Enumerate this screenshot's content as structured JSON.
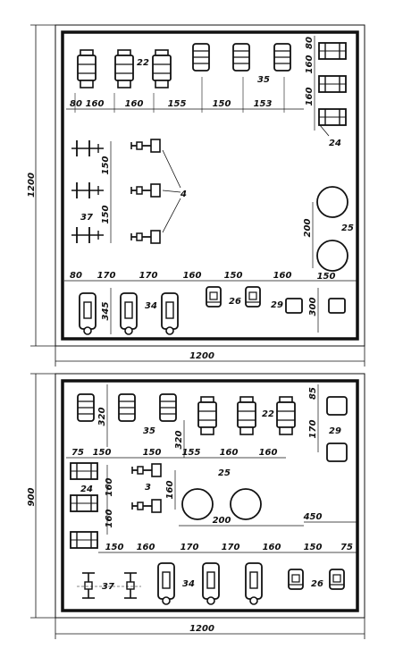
{
  "plan_top": {
    "height_dim": "1200",
    "width_dim": "1200",
    "labels": {
      "l22": "22",
      "l35": "35",
      "l24": "24",
      "l4": "4",
      "l37": "37",
      "l25": "25",
      "l34": "34",
      "l26": "26",
      "l29": "29"
    },
    "dims": {
      "d80a": "80",
      "d160a": "160",
      "d160b": "160",
      "d155": "155",
      "d150a": "150",
      "d153": "153",
      "d80r": "80",
      "d160r1": "160",
      "d160r2": "160",
      "d150v1": "150",
      "d150v2": "150",
      "d200v": "200",
      "d80b": "80",
      "d170a": "170",
      "d170b": "170",
      "d160c": "160",
      "d150b": "150",
      "d160d": "160",
      "d150c": "150",
      "d345": "345",
      "d300": "300"
    }
  },
  "plan_bottom": {
    "height_dim": "900",
    "width_dim": "1200",
    "labels": {
      "l35": "35",
      "l22": "22",
      "l29": "29",
      "l24": "24",
      "l3": "3",
      "l25": "25",
      "l37": "37",
      "l34": "34",
      "l26": "26"
    },
    "dims": {
      "d320a": "320",
      "d320b": "320",
      "d85": "85",
      "d170r": "170",
      "d75a": "75",
      "d150a": "150",
      "d150b": "150",
      "d155": "155",
      "d160a": "160",
      "d160b": "160",
      "d160v1": "160",
      "d160v2": "160",
      "d160v3": "160",
      "d200": "200",
      "d450": "450",
      "d150c": "150",
      "d160c": "160",
      "d170a": "170",
      "d170b": "170",
      "d160d": "160",
      "d150d": "150",
      "d75b": "75"
    }
  }
}
